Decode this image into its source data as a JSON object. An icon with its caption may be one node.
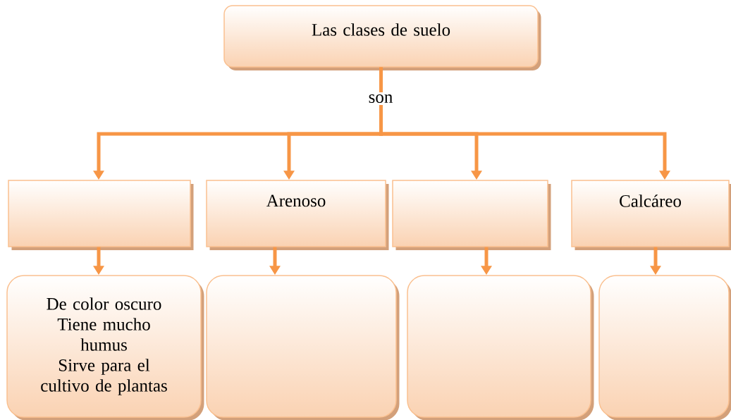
{
  "diagram": {
    "nodes": [
      {
        "text": [
          "Las clases de suelo"
        ]
      },
      {
        "text": [],
        "shape": "box"
      },
      {
        "text": [
          "Arenoso"
        ]
      },
      {
        "text": [],
        "shape": "box"
      },
      {
        "text": [
          "Calcáreo"
        ]
      },
      {
        "text": [
          "De color oscuro",
          "Tiene mucho humus",
          "Sirve para el cultivo de plantas"
        ]
      },
      {
        "text": [],
        "shape": "box"
      },
      {
        "text": [],
        "shape": "box"
      },
      {
        "text": [],
        "shape": "box"
      }
    ],
    "edges": [
      {
        "from": 0,
        "to": 1,
        "arrow": "to",
        "label": "son"
      },
      {
        "from": 0,
        "to": 2,
        "arrow": "to"
      },
      {
        "from": 0,
        "to": 3,
        "arrow": "to"
      },
      {
        "from": 0,
        "to": 4,
        "arrow": "to"
      },
      {
        "from": 1,
        "to": 5,
        "arrow": "to"
      },
      {
        "from": 2,
        "to": 6,
        "arrow": "to"
      },
      {
        "from": 3,
        "to": 7,
        "arrow": "to"
      },
      {
        "from": 4,
        "to": 8,
        "arrow": "to"
      }
    ]
  }
}
